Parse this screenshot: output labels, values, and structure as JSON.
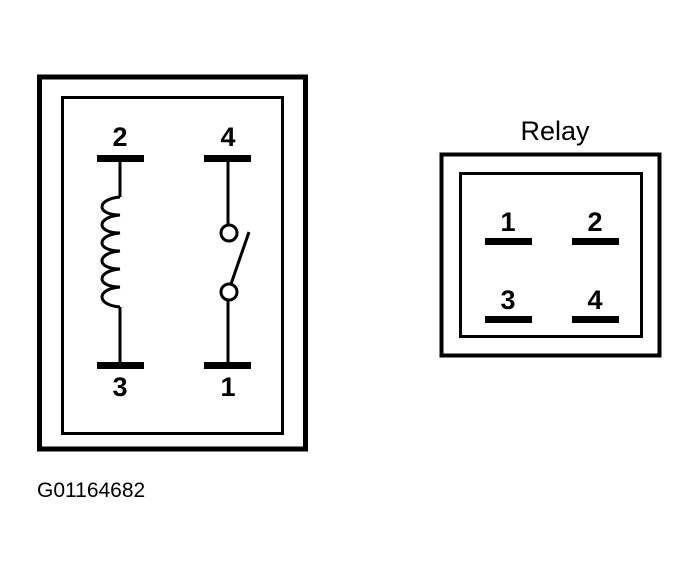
{
  "schematic": {
    "pins": {
      "top_left": "2",
      "top_right": "4",
      "bottom_left": "3",
      "bottom_right": "1"
    }
  },
  "relay": {
    "title": "Relay",
    "pins": {
      "top_left": "1",
      "top_right": "2",
      "bottom_left": "3",
      "bottom_right": "4"
    }
  },
  "figure_id": "G01164682",
  "colors": {
    "ink": "#000000",
    "background": "#ffffff"
  }
}
